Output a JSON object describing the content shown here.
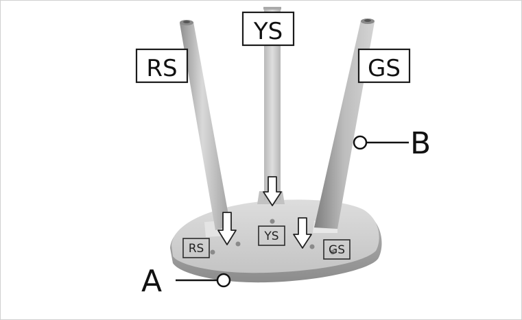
{
  "labels": {
    "rod_left": "RS",
    "rod_center": "YS",
    "rod_right": "GS",
    "base_left": "RS",
    "base_center": "YS",
    "base_right": "GS"
  },
  "callouts": {
    "a": "A",
    "b": "B"
  },
  "colors": {
    "rod_light": "#d6d6d6",
    "rod_shade": "#9d9d9d",
    "base_top": "#d2d2d2",
    "base_rim": "#a8a8a8",
    "outline": "#111111"
  }
}
